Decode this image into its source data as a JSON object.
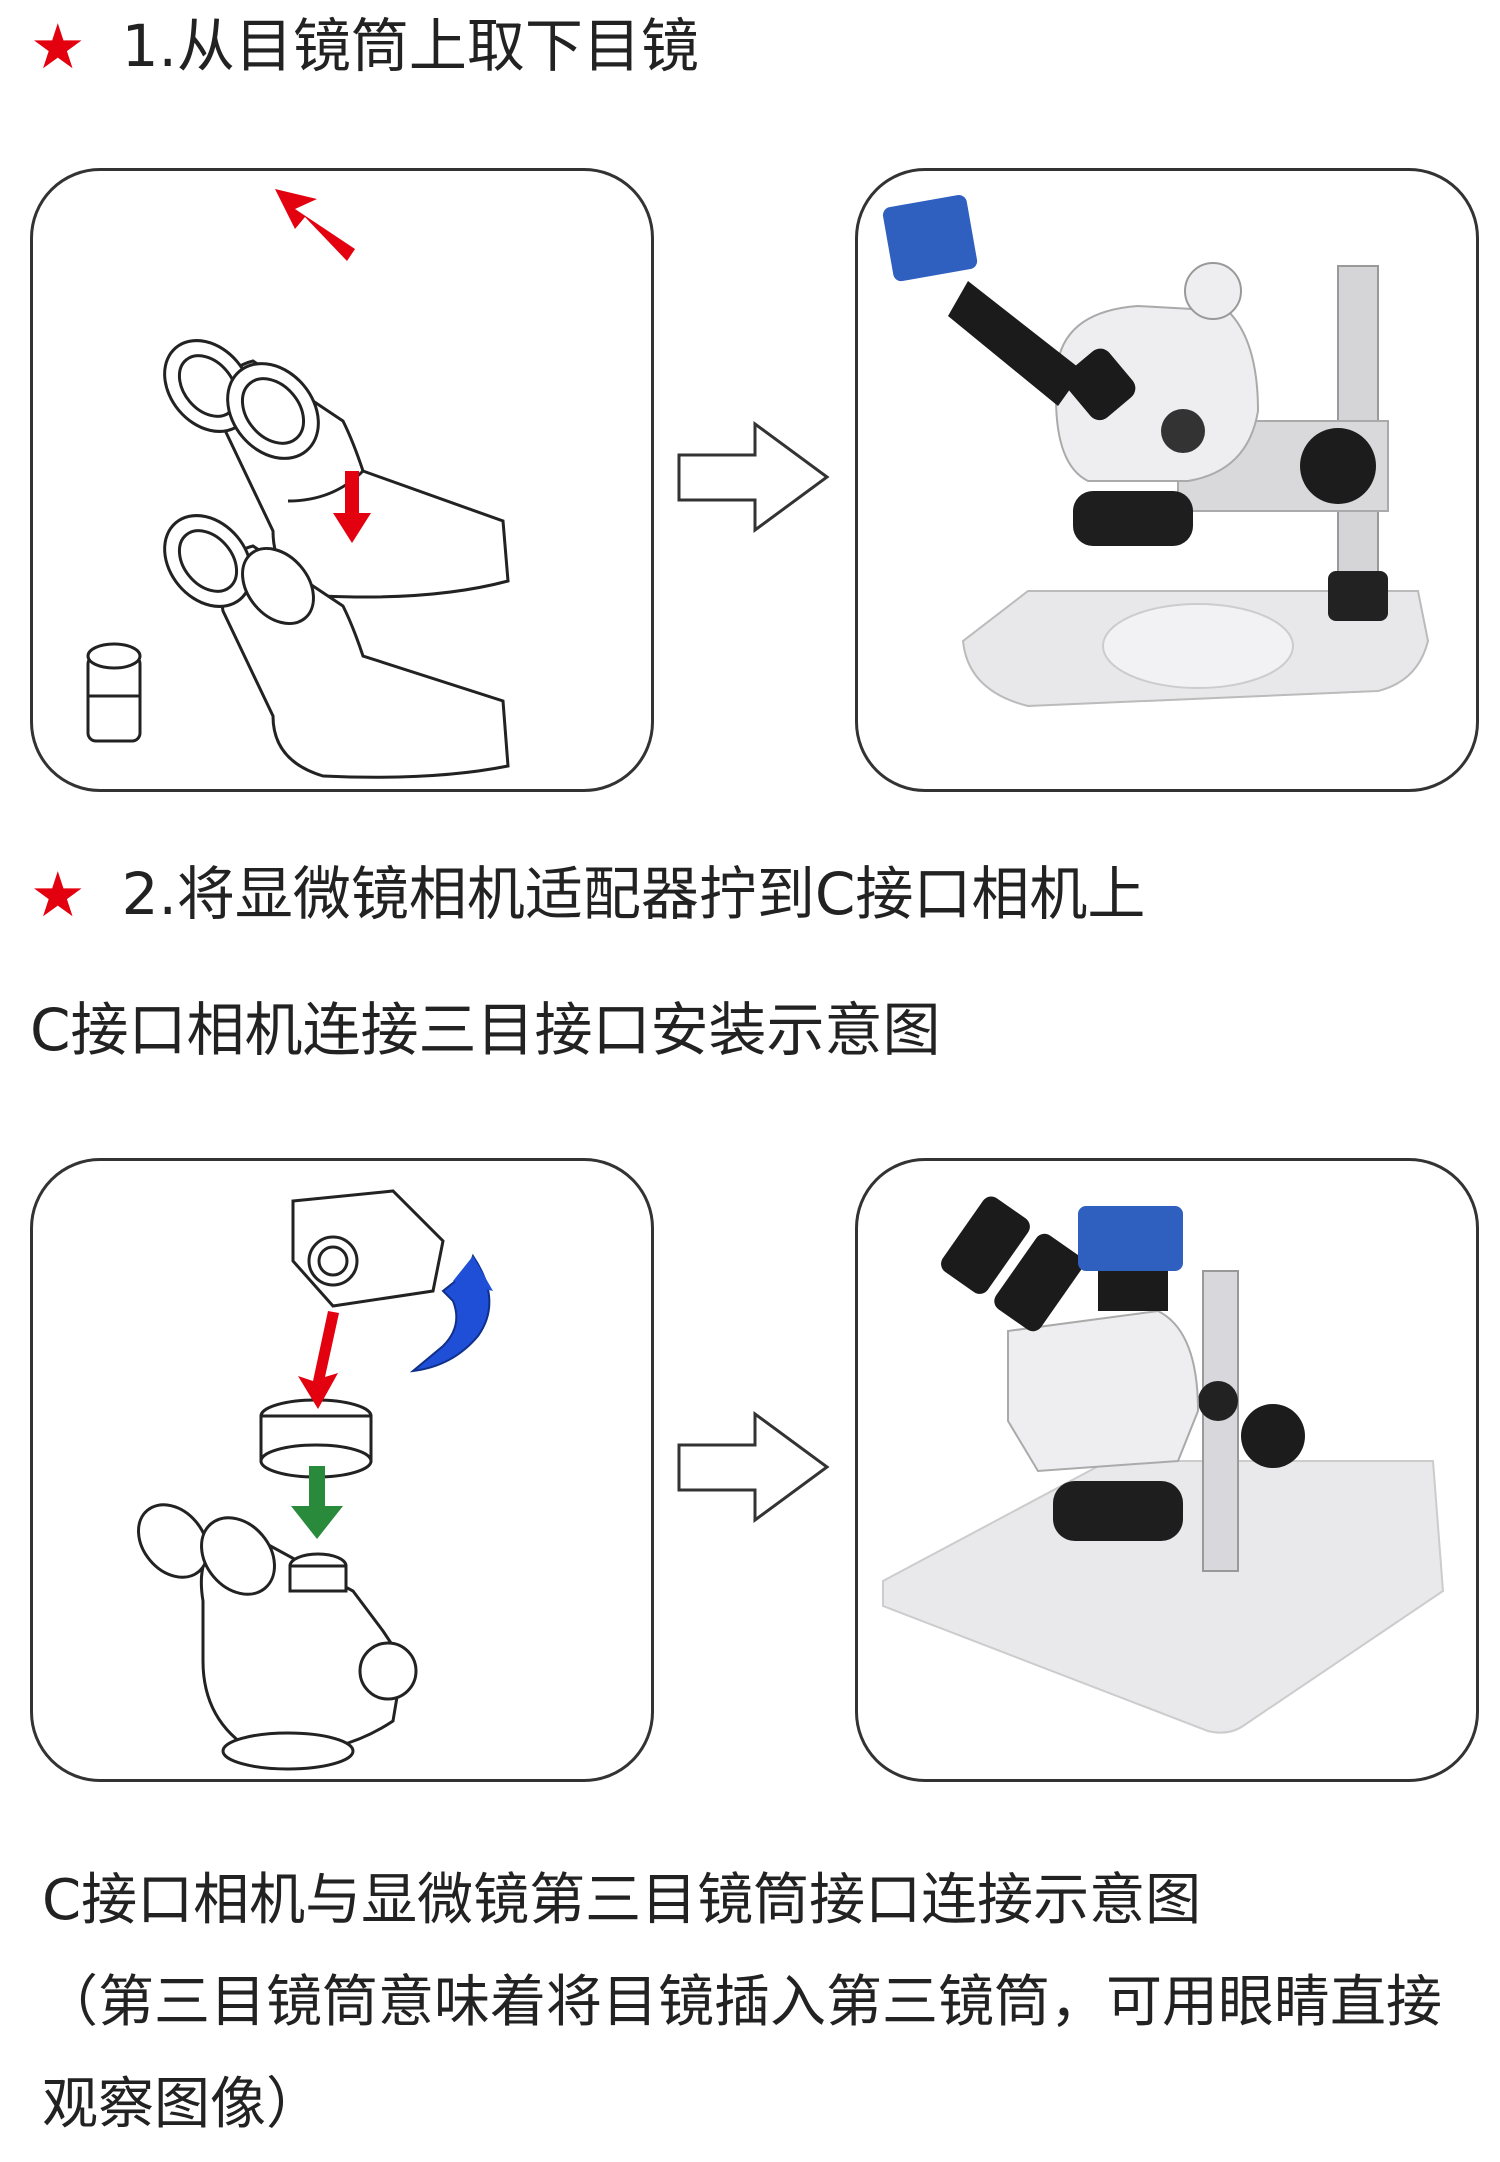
{
  "step1": {
    "star": "★",
    "title": "1.从目镜筒上取下目镜"
  },
  "step2": {
    "star": "★",
    "title": "2.将显微镜相机适配器拧到C接口相机上"
  },
  "caption_trinocular": "C接口相机连接三目接口安装示意图",
  "note": {
    "line1": "C接口相机与显微镜第三目镜筒接口连接示意图",
    "line2": "（第三目镜筒意味着将目镜插入第三镜筒，可用眼睛直接观察图像）"
  },
  "colors": {
    "star": "#e3000f",
    "red_arrow": "#e3000f",
    "blue_arrow": "#1f4fd6",
    "green_arrow": "#2a8a3c",
    "camera_blue": "#2f5fbf"
  },
  "icons": [
    "star-icon",
    "remove-eyepiece-illustration",
    "insert-camera-illustration",
    "right-arrow-icon",
    "mount-adapter-illustration",
    "trinocular-microscope-photo"
  ]
}
